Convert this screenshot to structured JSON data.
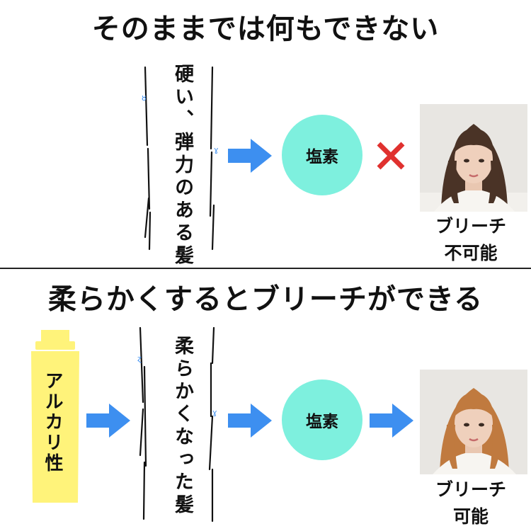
{
  "top": {
    "title": "そのままでは何もできない",
    "hair_text": "硬い、弾力のある髪",
    "chlorine": "塩素",
    "result_line1": "ブリーチ",
    "result_line2": "不可能"
  },
  "bottom": {
    "title": "柔らかくするとブリーチができる",
    "tube_text": "アルカリ性",
    "hair_text": "柔らかくなった髪",
    "chlorine": "塩素",
    "result_line1": "ブリーチ",
    "result_line2": "可能"
  },
  "colors": {
    "arrow": "#3d8ff0",
    "circle": "#7ef0de",
    "cross": "#e0312f",
    "tube": "#fff37a",
    "dark_hair": "#4a3326",
    "light_hair": "#c07a3f"
  }
}
